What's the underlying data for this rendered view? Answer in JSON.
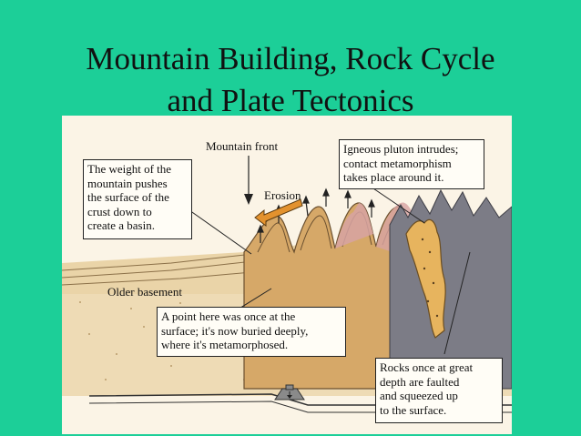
{
  "slide": {
    "title_line1": "Mountain Building, Rock Cycle",
    "title_line2": "and Plate Tectonics"
  },
  "diagram": {
    "labels": {
      "mountain_front": "Mountain front",
      "erosion": "Erosion",
      "older_basement": "Older basement"
    },
    "callouts": {
      "weight": "The weight of the\nmountain pushes\nthe surface of the\ncrust down to\ncreate a basin.",
      "pluton": "Igneous pluton intrudes;\ncontact metamorphism\ntakes place around it.",
      "buried_point": "A point here was once at the\nsurface; it's now buried deeply,\nwhere it's metamorphosed.",
      "deep_rocks": "Rocks once at great\ndepth are faulted\nand squeezed up\nto the surface."
    },
    "colors": {
      "background": "#1ccf98",
      "folded_layers": "#d6a868",
      "sediment": "#ead4a8",
      "pluton": "#e7b45e",
      "mountain_peaks": "#7c7c86",
      "pink_layers": "#d7a3a3",
      "erosion_arrow": "#e3922e"
    },
    "icons": [
      "erosion-arrow-icon",
      "weight-icon",
      "down-arrow-icon"
    ]
  }
}
